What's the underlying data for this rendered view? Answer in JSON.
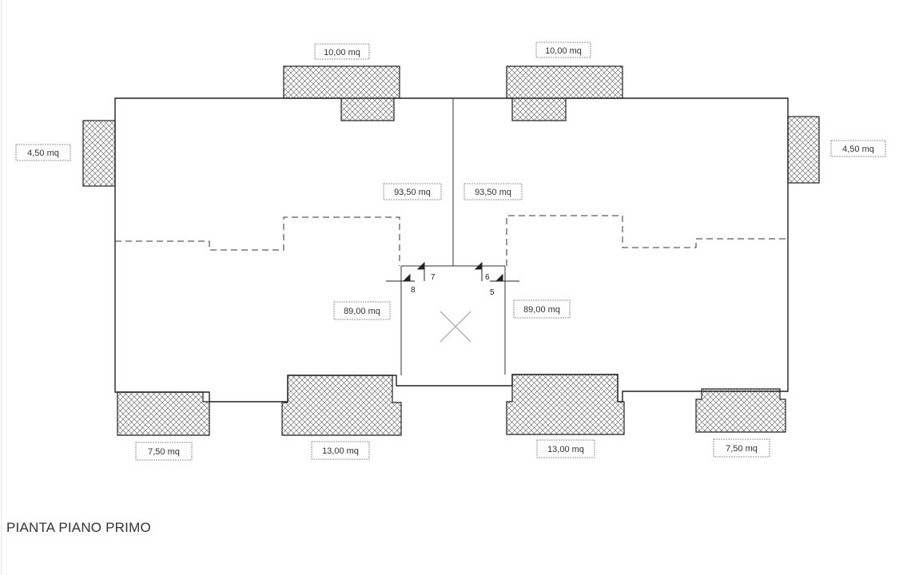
{
  "title": "PIANTA PIANO PRIMO",
  "areas": {
    "balcony_top_left": "10,00 mq",
    "balcony_top_right": "10,00 mq",
    "side_left": "4,50 mq",
    "side_right": "4,50 mq",
    "room_upper_left": "93,50 mq",
    "room_upper_right": "93,50 mq",
    "room_lower_left": "89,00 mq",
    "room_lower_right": "89,00 mq",
    "balcony_bottom_left_small": "7,50 mq",
    "balcony_bottom_left_large": "13,00 mq",
    "balcony_bottom_right_large": "13,00 mq",
    "balcony_bottom_right_small": "7,50 mq"
  },
  "section_marks": {
    "m5": "5",
    "m6": "6",
    "m7": "7",
    "m8": "8"
  }
}
